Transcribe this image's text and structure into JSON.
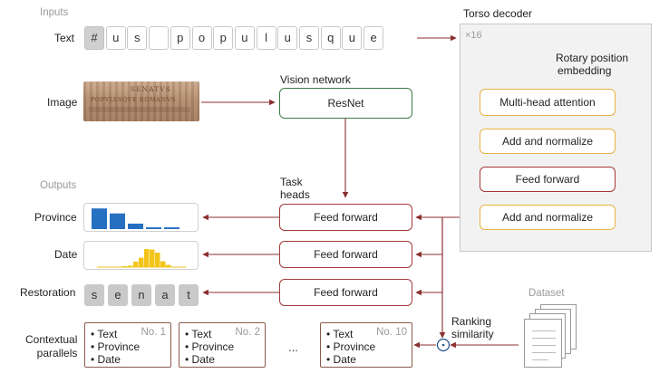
{
  "sections": {
    "inputs": "Inputs",
    "outputs": "Outputs",
    "dataset": "Dataset"
  },
  "rows": {
    "text": "Text",
    "image": "Image",
    "province": "Province",
    "date": "Date",
    "restoration": "Restoration",
    "contextual_1": "Contextual",
    "contextual_2": "parallels"
  },
  "text_tokens": [
    "#",
    "u",
    "s",
    "",
    "p",
    "o",
    "p",
    "u",
    "l",
    "u",
    "s",
    "q",
    "u",
    "e"
  ],
  "restoration_tokens": [
    "s",
    "e",
    "n",
    "a",
    "t"
  ],
  "inscription_text": [
    "SENATVS",
    "POPVLVSQVE ROMANVS"
  ],
  "vision": {
    "title": "Vision network",
    "box": "ResNet"
  },
  "torso": {
    "title": "Torso decoder",
    "repeat": "×16",
    "rotary_1": "Rotary position",
    "rotary_2": "embedding",
    "attention": "Multi-head attention",
    "add_norm_1": "Add and normalize",
    "feed_forward": "Feed forward",
    "add_norm_2": "Add and normalize"
  },
  "task_heads": {
    "title_1": "Task",
    "title_2": "heads",
    "ff_1": "Feed forward",
    "ff_2": "Feed forward",
    "ff_3": "Feed forward"
  },
  "ranking": {
    "line_1": "Ranking",
    "line_2": "similarity"
  },
  "cards": [
    {
      "no": "No. 1",
      "items": [
        "Text",
        "Province",
        "Date"
      ]
    },
    {
      "no": "No. 2",
      "items": [
        "Text",
        "Province",
        "Date"
      ]
    },
    {
      "no": "No. 10",
      "items": [
        "Text",
        "Province",
        "Date"
      ]
    }
  ],
  "ellipsis": "...",
  "colors": {
    "arrow": "#8b2f2f",
    "blue_bar": "#2670c2",
    "yellow_bar": "#f2c51a",
    "grey_text": "#9a9a9a"
  },
  "province_bars": [
    0.95,
    0.72,
    0.25,
    0.08,
    0.08
  ],
  "date_bars": [
    0.03,
    0.08,
    0.3,
    0.52,
    1.0,
    0.97,
    0.8,
    0.32,
    0.12
  ]
}
